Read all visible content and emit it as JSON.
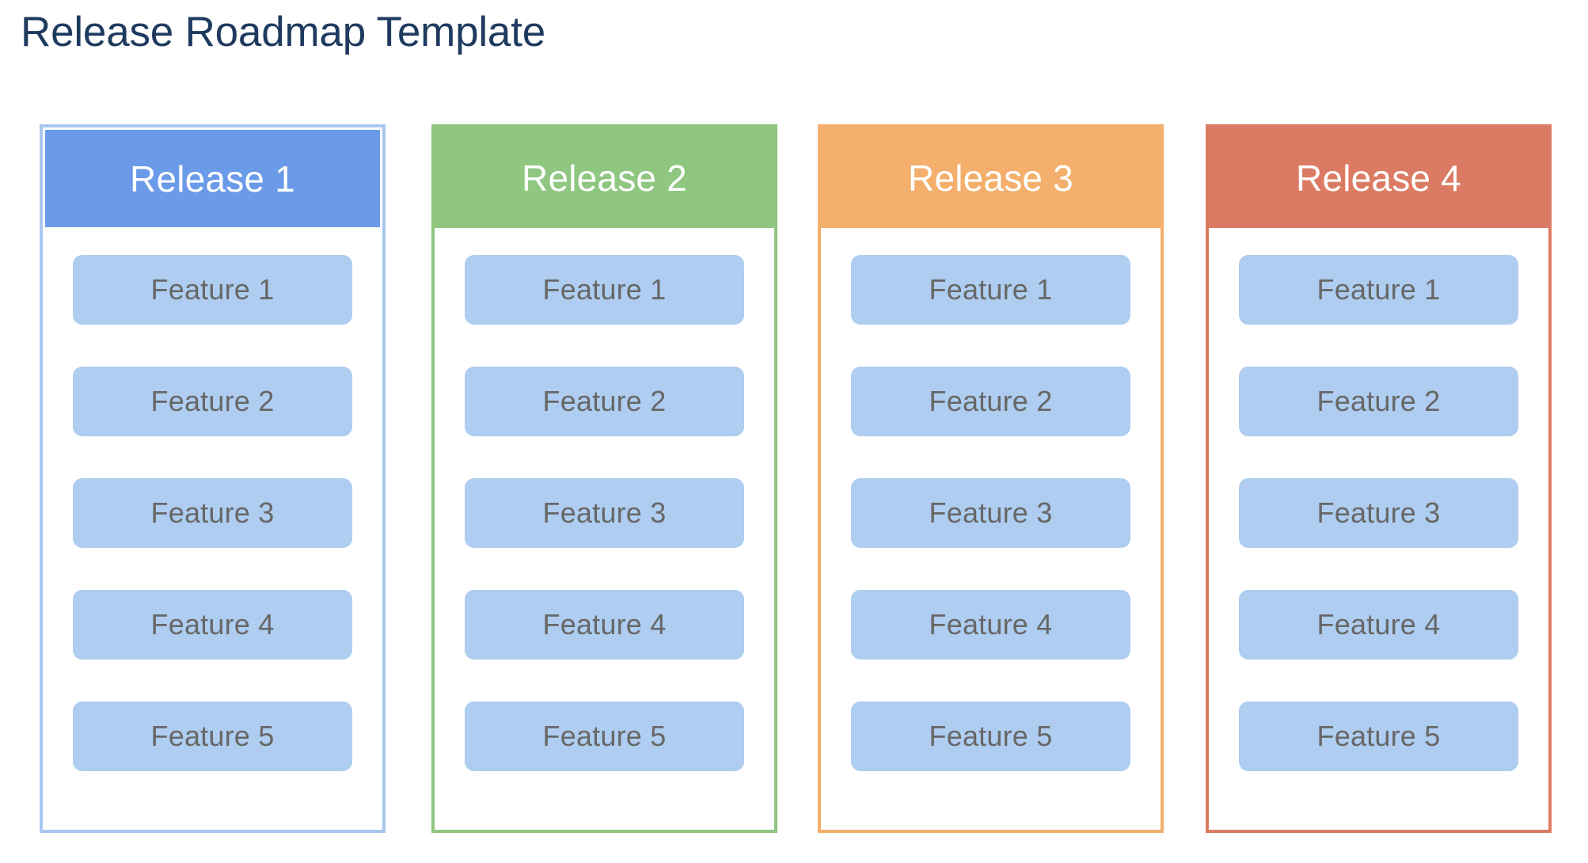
{
  "page": {
    "title": "Release Roadmap Template",
    "background_color": "#FFFFFF",
    "title_color": "#1F3A5F"
  },
  "board": {
    "feature_pill_color": "#AECDF0",
    "feature_text_color": "#676767",
    "columns": [
      {
        "header": "Release 1",
        "header_color": "#6A9AE8",
        "border_color": "#A8C7F0",
        "features": [
          {
            "label": "Feature 1"
          },
          {
            "label": "Feature 2"
          },
          {
            "label": "Feature 3"
          },
          {
            "label": "Feature 4"
          },
          {
            "label": "Feature 5"
          }
        ]
      },
      {
        "header": "Release 2",
        "header_color": "#8FC781",
        "border_color": "#8FC781",
        "features": [
          {
            "label": "Feature 1"
          },
          {
            "label": "Feature 2"
          },
          {
            "label": "Feature 3"
          },
          {
            "label": "Feature 4"
          },
          {
            "label": "Feature 5"
          }
        ]
      },
      {
        "header": "Release 3",
        "header_color": "#F3AF6B",
        "border_color": "#F3AF6B",
        "features": [
          {
            "label": "Feature 1"
          },
          {
            "label": "Feature 2"
          },
          {
            "label": "Feature 3"
          },
          {
            "label": "Feature 4"
          },
          {
            "label": "Feature 5"
          }
        ]
      },
      {
        "header": "Release 4",
        "header_color": "#DC7B63",
        "border_color": "#DC7B63",
        "features": [
          {
            "label": "Feature 1"
          },
          {
            "label": "Feature 2"
          },
          {
            "label": "Feature 3"
          },
          {
            "label": "Feature 4"
          },
          {
            "label": "Feature 5"
          }
        ]
      }
    ]
  }
}
